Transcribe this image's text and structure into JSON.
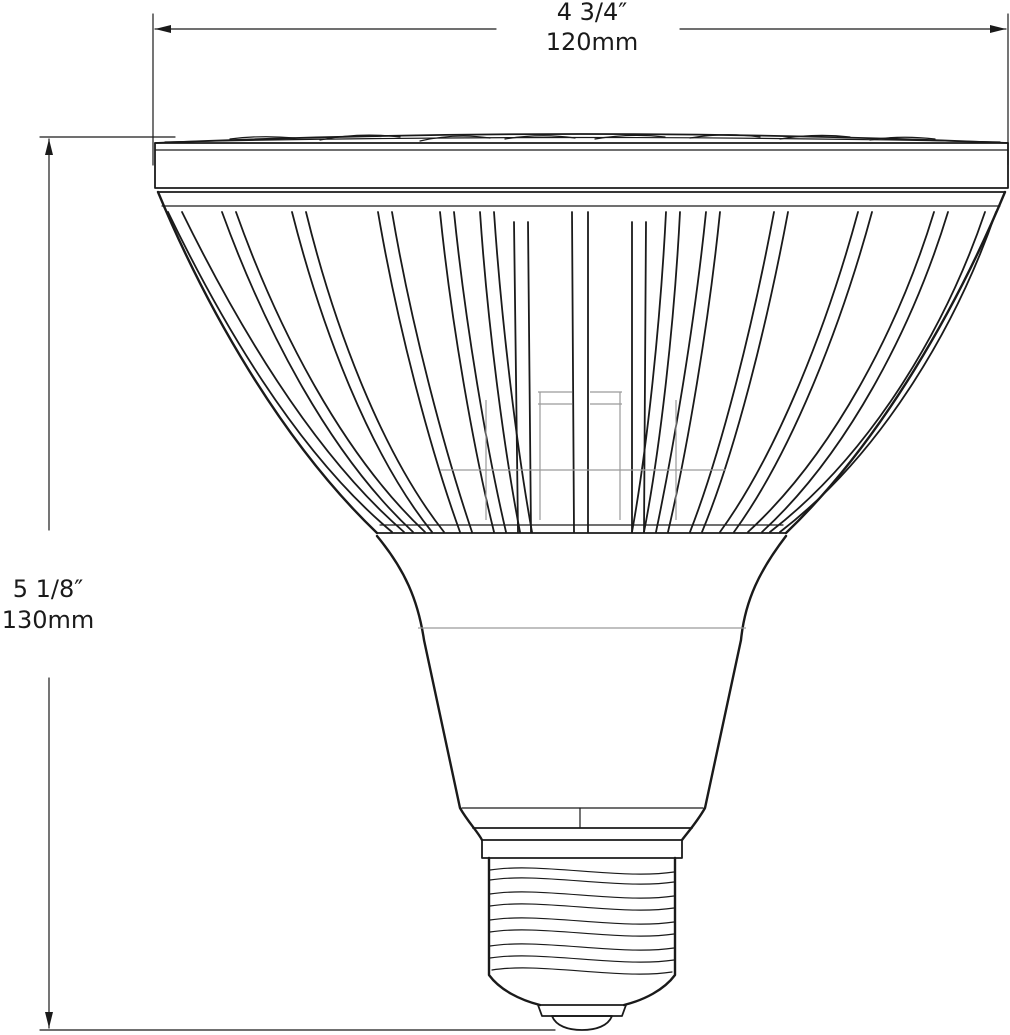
{
  "width_dimension": {
    "imperial": "4 3/4″",
    "metric": "120mm"
  },
  "height_dimension": {
    "imperial": "5 1/8″",
    "metric": "130mm"
  },
  "line_color": "#1a1a1a",
  "background_color": "#ffffff"
}
